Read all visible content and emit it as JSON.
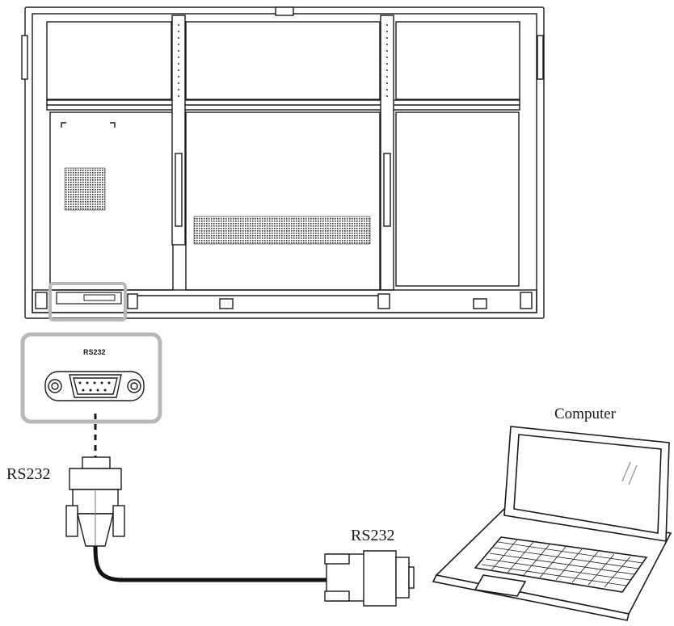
{
  "labels": {
    "computer": "Computer",
    "rs232_cable_left": "RS232",
    "rs232_cable_right": "RS232",
    "rs232_port": "RS232"
  },
  "colors": {
    "line": "#1a1a1a",
    "highlight": "#b8b8b8",
    "cable": "#111111",
    "fill": "#ffffff"
  }
}
